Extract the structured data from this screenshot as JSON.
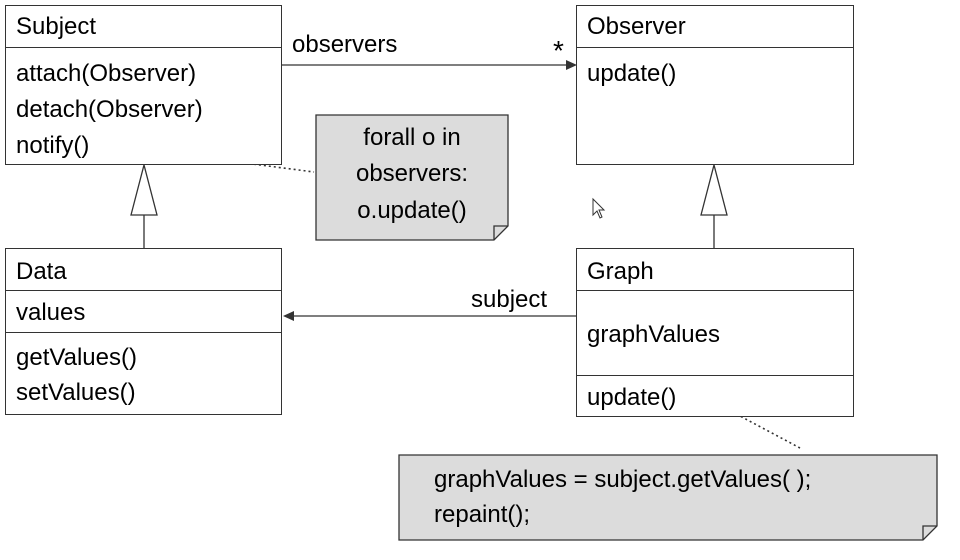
{
  "classes": {
    "subject": {
      "name": "Subject",
      "methods": [
        "attach(Observer)",
        "detach(Observer)",
        "notify()"
      ]
    },
    "observer": {
      "name": "Observer",
      "methods": [
        "update()"
      ]
    },
    "data": {
      "name": "Data",
      "attributes": [
        "values"
      ],
      "methods": [
        "getValues()",
        "setValues()"
      ]
    },
    "graph": {
      "name": "Graph",
      "attributes": [
        "graphValues"
      ],
      "methods": [
        "update()"
      ]
    }
  },
  "associations": {
    "observers": {
      "label": "observers",
      "multiplicity": "*"
    },
    "subject": {
      "label": "subject"
    }
  },
  "notes": {
    "notify_note": {
      "lines": [
        "forall o in",
        "observers:",
        "o.update()"
      ]
    },
    "update_note": {
      "lines": [
        "graphValues = subject.getValues( );",
        "repaint();"
      ]
    }
  },
  "colors": {
    "note_fill": "#dcdcdc",
    "stroke": "#333333",
    "background": "#ffffff"
  }
}
